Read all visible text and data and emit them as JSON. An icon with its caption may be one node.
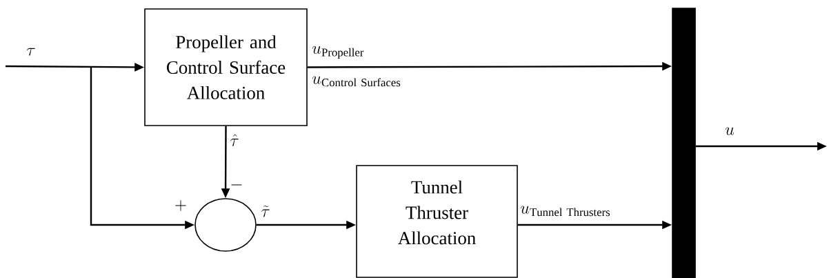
{
  "diagram": {
    "nodes": [
      {
        "text": [
          "Propeller and Control Surface Allocation"
        ]
      },
      {
        "text": [],
        "shape": "circle"
      },
      {
        "text": [
          "Tunnel Thruster Allocation"
        ]
      },
      {
        "text": [],
        "shape": "bar"
      }
    ],
    "edges": [
      {
        "from": null,
        "to": 0,
        "arrow": "to",
        "label": "\\tau"
      },
      {
        "from": null,
        "to": 1,
        "arrow": "to"
      },
      {
        "from": 0,
        "to": 1,
        "arrow": "to",
        "label": "\\hat{\\tau}"
      },
      {
        "from": 1,
        "to": 2,
        "arrow": "to",
        "label": "\\tilde{\\tau}"
      },
      {
        "from": 0,
        "to": 3,
        "arrow": "to",
        "label": "u_{\\mathrm{Propeller}}"
      },
      {
        "from": 2,
        "to": 3,
        "arrow": "to",
        "label": "u_{\\mathrm{Tunnel\\ Thrusters}}"
      },
      {
        "from": 3,
        "to": null,
        "arrow": "to",
        "label": "u"
      }
    ],
    "labels": [
      "u_{\\mathrm{Control\\ Surfaces}}",
      "+",
      "-"
    ]
  }
}
